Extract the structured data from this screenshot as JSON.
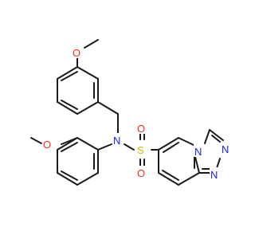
{
  "molecule": {
    "atoms": {
      "o_top": {
        "symbol": "O",
        "color": "#ff2a1a"
      },
      "o_left": {
        "symbol": "O",
        "color": "#ff2a1a"
      },
      "n_amine": {
        "symbol": "N",
        "color": "#1a1aff"
      },
      "s_sulfonyl": {
        "symbol": "S",
        "color": "#d6b800"
      },
      "o_sulfonyl_top": {
        "symbol": "O",
        "color": "#ff2a1a"
      },
      "o_sulfonyl_bottom": {
        "symbol": "O",
        "color": "#ff2a1a"
      },
      "n_ring_fused": {
        "symbol": "N",
        "color": "#1a1aff"
      },
      "n_ring_right": {
        "symbol": "N",
        "color": "#1a1aff"
      },
      "n_ring_bottom": {
        "symbol": "N",
        "color": "#1a1aff"
      }
    }
  }
}
